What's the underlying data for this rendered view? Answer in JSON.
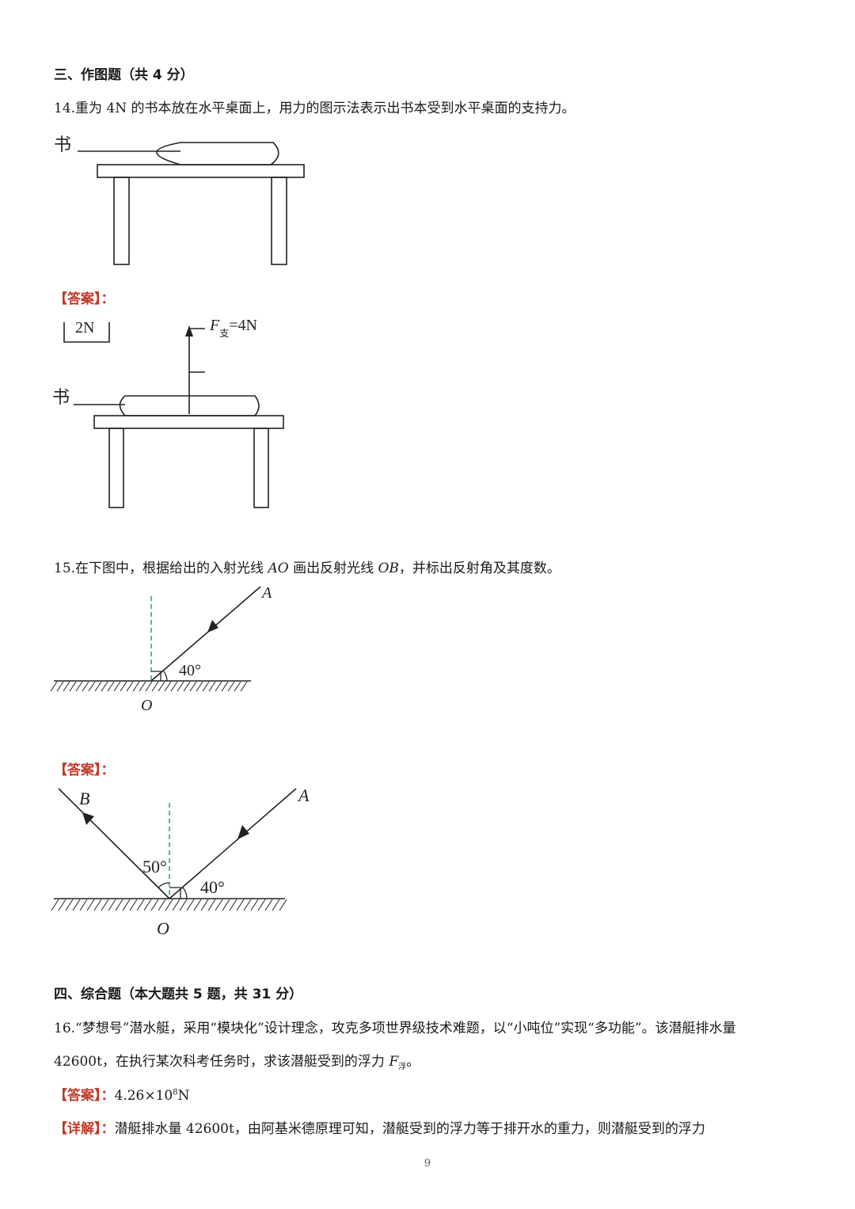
{
  "section3": {
    "heading": "三、作图题（共 4 分）"
  },
  "q14": {
    "text": "14.重为 4N 的书本放在水平桌面上，用力的图示法表示出书本受到水平桌面的支持力。",
    "label_book": "书",
    "answer_label": "【答案】：",
    "scale_label": "2N",
    "force_symbol": "F",
    "force_sub": "支",
    "force_value": "=4N"
  },
  "q15": {
    "text_pre": "15.在下图中，根据给出的入射光线 ",
    "ray_ao": "AO",
    "text_mid": " 画出反射光线 ",
    "ray_ob": "OB",
    "text_post": "，并标出反射角及其度数。",
    "label_a": "A",
    "label_o": "O",
    "label_b": "B",
    "angle_40": "40°",
    "angle_50": "50°",
    "answer_label": "【答案】："
  },
  "section4": {
    "heading": "四、综合题（本大题共 5 题，共 31 分）"
  },
  "q16": {
    "line1": "16.“梦想号”潜水艇，采用“模块化”设计理念，攻克多项世界级技术难题，以“小吨位”实现“多功能”。该潜艇排水量",
    "line2_pre": "42600t，在执行某次科考任务时，求该潜艇受到的浮力 ",
    "force_symbol": "F",
    "force_sub": "浮",
    "line2_post": "。",
    "answer_label": "【答案】：",
    "answer_value_pre": "4.26×10",
    "answer_exp": "8",
    "answer_unit": "N",
    "detail_label": "【详解】：",
    "detail_text": "潜艇排水量 42600t，由阿基米德原理可知，潜艇受到的浮力等于排开水的重力，则潜艇受到的浮力"
  },
  "page_number": "9"
}
